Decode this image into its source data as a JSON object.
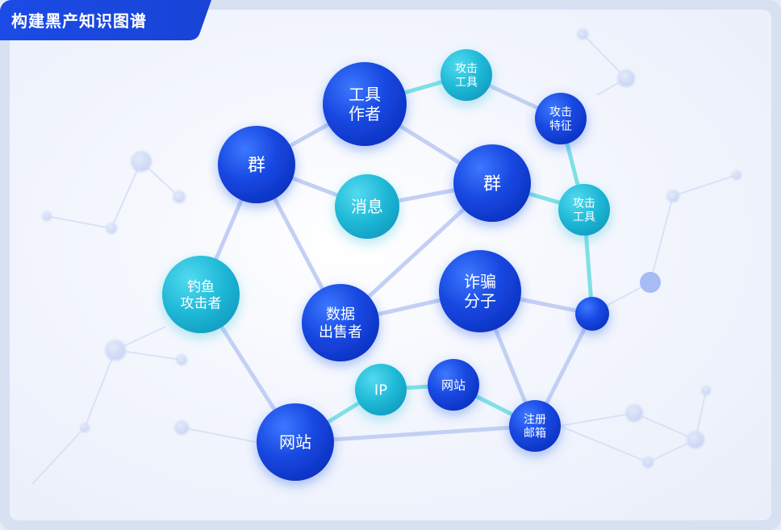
{
  "header": {
    "title": "构建黑产知识图谱"
  },
  "colors": {
    "blue_node": "#1747e0",
    "cyan_node": "#1fb8d6",
    "edge_blue": "#c3d0f4",
    "edge_cyan": "#7fe0e6",
    "title_bg": "#1a49e3"
  },
  "graph": {
    "nodes": [
      {
        "id": "gongju-zuozhe",
        "lines": [
          "工具",
          "作者"
        ],
        "color": "blue"
      },
      {
        "id": "gongji-gongju-top",
        "lines": [
          "攻击",
          "工具"
        ],
        "color": "cyan"
      },
      {
        "id": "gongji-tezheng",
        "lines": [
          "攻击",
          "特征"
        ],
        "color": "blue"
      },
      {
        "id": "qun-left",
        "lines": [
          "群"
        ],
        "color": "blue"
      },
      {
        "id": "xiaoxi",
        "lines": [
          "消息"
        ],
        "color": "cyan"
      },
      {
        "id": "qun-right",
        "lines": [
          "群"
        ],
        "color": "blue"
      },
      {
        "id": "gongji-gongju-right",
        "lines": [
          "攻击",
          "工具"
        ],
        "color": "cyan"
      },
      {
        "id": "diaoyu-gongjizhe",
        "lines": [
          "钓鱼",
          "攻击者"
        ],
        "color": "cyan"
      },
      {
        "id": "shuju-chushouzhe",
        "lines": [
          "数据",
          "出售者"
        ],
        "color": "blue"
      },
      {
        "id": "zhapian-fenzi",
        "lines": [
          "诈骗",
          "分子"
        ],
        "color": "blue"
      },
      {
        "id": "unlabeled-hub",
        "lines": [],
        "color": "blue"
      },
      {
        "id": "ip",
        "lines": [
          "IP"
        ],
        "color": "cyan"
      },
      {
        "id": "wangzhan-small",
        "lines": [
          "网站"
        ],
        "color": "blue"
      },
      {
        "id": "zhuce-youxiang",
        "lines": [
          "注册",
          "邮箱"
        ],
        "color": "blue"
      },
      {
        "id": "wangzhan-big",
        "lines": [
          "网站"
        ],
        "color": "blue"
      }
    ],
    "edges": [
      {
        "from": "gongju-zuozhe",
        "to": "gongji-gongju-top",
        "style": "cyan"
      },
      {
        "from": "gongji-gongju-top",
        "to": "gongji-tezheng",
        "style": "blue"
      },
      {
        "from": "gongji-tezheng",
        "to": "gongji-gongju-right",
        "style": "cyan"
      },
      {
        "from": "gongju-zuozhe",
        "to": "qun-left",
        "style": "blue"
      },
      {
        "from": "gongju-zuozhe",
        "to": "qun-right",
        "style": "blue"
      },
      {
        "from": "qun-left",
        "to": "xiaoxi",
        "style": "blue"
      },
      {
        "from": "xiaoxi",
        "to": "qun-right",
        "style": "blue"
      },
      {
        "from": "qun-right",
        "to": "gongji-gongju-right",
        "style": "cyan"
      },
      {
        "from": "qun-left",
        "to": "diaoyu-gongjizhe",
        "style": "blue"
      },
      {
        "from": "qun-left",
        "to": "shuju-chushouzhe",
        "style": "blue"
      },
      {
        "from": "qun-right",
        "to": "shuju-chushouzhe",
        "style": "blue"
      },
      {
        "from": "shuju-chushouzhe",
        "to": "zhapian-fenzi",
        "style": "blue"
      },
      {
        "from": "zhapian-fenzi",
        "to": "unlabeled-hub",
        "style": "blue"
      },
      {
        "from": "gongji-gongju-right",
        "to": "unlabeled-hub",
        "style": "cyan"
      },
      {
        "from": "zhapian-fenzi",
        "to": "zhuce-youxiang",
        "style": "blue"
      },
      {
        "from": "unlabeled-hub",
        "to": "zhuce-youxiang",
        "style": "blue"
      },
      {
        "from": "diaoyu-gongjizhe",
        "to": "wangzhan-big",
        "style": "blue"
      },
      {
        "from": "wangzhan-big",
        "to": "ip",
        "style": "cyan"
      },
      {
        "from": "ip",
        "to": "wangzhan-small",
        "style": "cyan"
      },
      {
        "from": "wangzhan-small",
        "to": "zhuce-youxiang",
        "style": "cyan"
      },
      {
        "from": "wangzhan-big",
        "to": "zhuce-youxiang",
        "style": "blue"
      }
    ]
  }
}
